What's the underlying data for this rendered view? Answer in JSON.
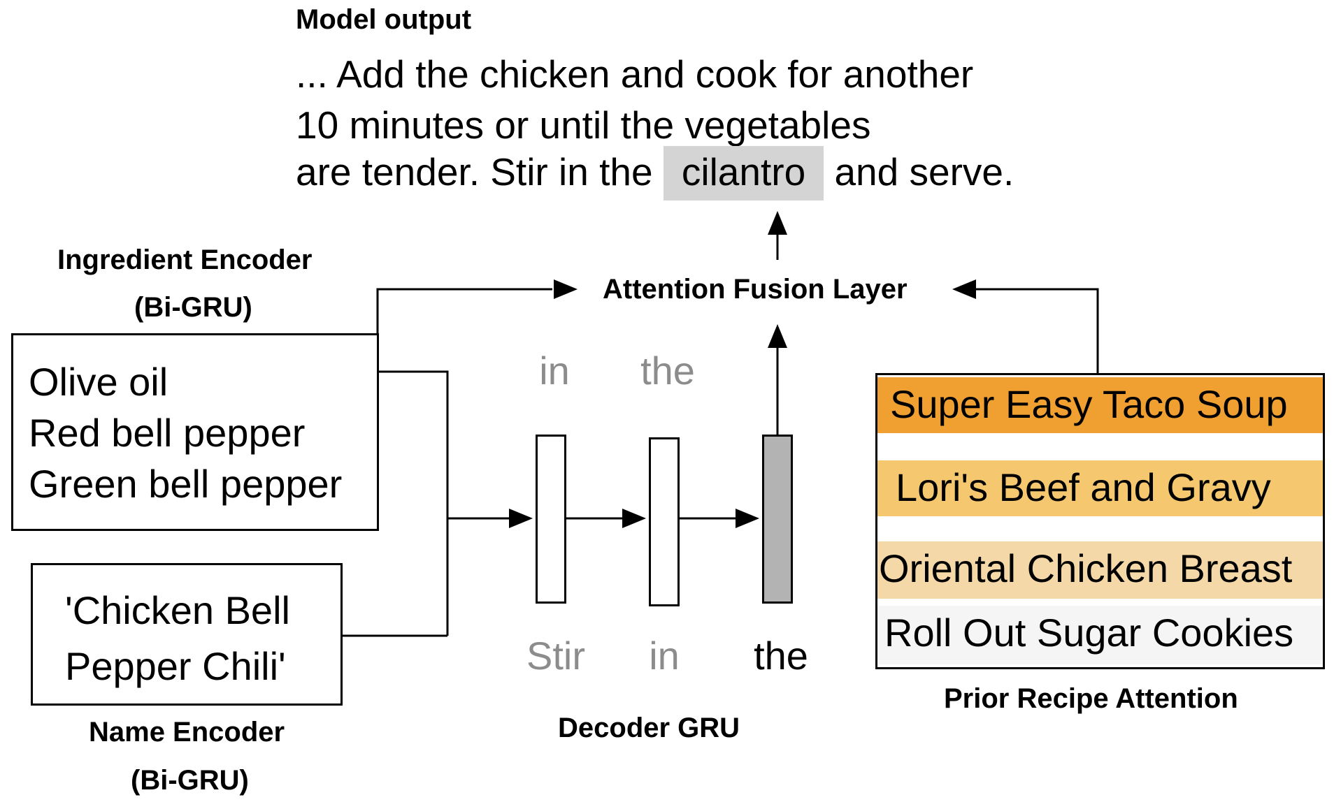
{
  "model_output": {
    "heading": "Model output",
    "line1": "... Add the chicken and cook for another",
    "line2": "10 minutes or until the vegetables",
    "line3_before": "are tender. Stir in the",
    "line3_highlight": "cilantro",
    "line3_after": "and serve.",
    "highlight_color": "#d4d4d4"
  },
  "ingredient_encoder": {
    "title_line1": "Ingredient Encoder",
    "title_line2": "(Bi-GRU)",
    "items": [
      "Olive oil",
      "Red bell pepper",
      "Green bell pepper"
    ]
  },
  "name_encoder": {
    "title_line1": "Name Encoder",
    "title_line2": "(Bi-GRU)",
    "name_line1": "'Chicken Bell",
    "name_line2": "Pepper Chili'"
  },
  "fusion": {
    "label": "Attention Fusion Layer"
  },
  "decoder": {
    "title": "Decoder GRU",
    "outputs": [
      "in",
      "the"
    ],
    "inputs": [
      "Stir",
      "in",
      "the"
    ],
    "active_cell_color": "#b3b3b3",
    "faded_text_color": "#8c8c8c"
  },
  "prior_recipes": {
    "title": "Prior Recipe Attention",
    "items": [
      {
        "name": "Super Easy Taco Soup",
        "color": "#f0a030"
      },
      {
        "name": "Lori's Beef and Gravy",
        "color": "#f5c870"
      },
      {
        "name": "Oriental Chicken Breast",
        "color": "#f5d8a8"
      },
      {
        "name": "Roll Out Sugar Cookies",
        "color": "#f5f5f5"
      }
    ]
  }
}
